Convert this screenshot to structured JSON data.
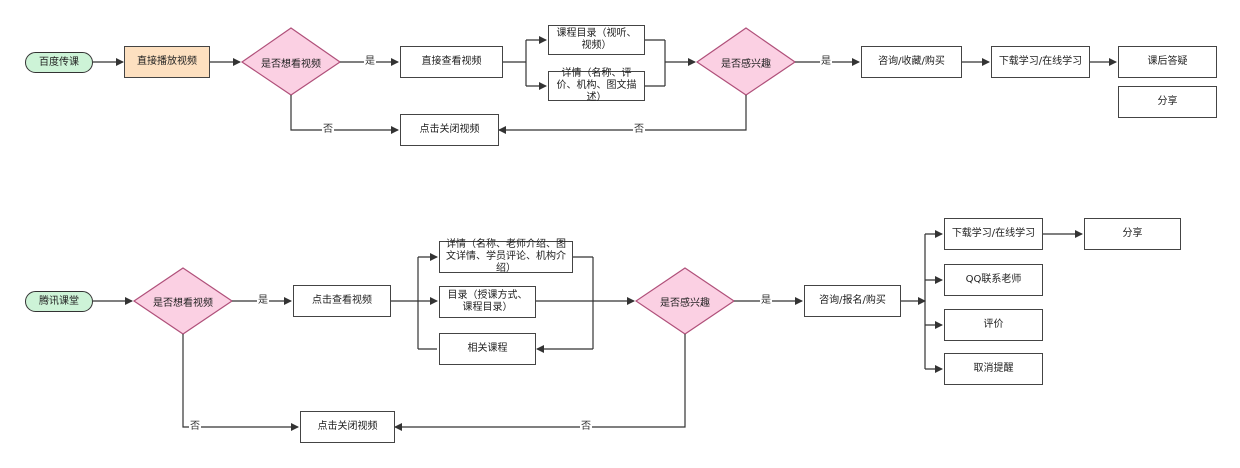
{
  "baidu": {
    "start": "百度传课",
    "play": "直接播放视频",
    "want": "是否想看视频",
    "view": "直接查看视频",
    "catalog": "课程目录（视听、视频）",
    "details": "详情（名称、评价、机构、图文描述）",
    "interest": "是否感兴趣",
    "consult": "咨询/收藏/购买",
    "download": "下载学习/在线学习",
    "qa": "课后答疑",
    "share": "分享",
    "close": "点击关闭视频"
  },
  "tencent": {
    "start": "腾讯课堂",
    "want": "是否想看视频",
    "view": "点击查看视频",
    "details": "详情（名称、老师介绍、图文详情、学员评论、机构介绍）",
    "catalog": "目录（授课方式、课程目录）",
    "related": "相关课程",
    "interest": "是否感兴趣",
    "consult": "咨询/报名/购买",
    "download": "下载学习/在线学习",
    "share": "分享",
    "qq": "QQ联系老师",
    "review": "评价",
    "cancel": "取消提醒",
    "close": "点击关闭视频"
  },
  "labels": {
    "yes": "是",
    "no": "否"
  },
  "colors": {
    "start_fill": "#cdf3d7",
    "decision_fill": "#fbd0e3",
    "decision_stroke": "#b0507a",
    "highlight_fill": "#fde0c0",
    "line": "#333333"
  }
}
